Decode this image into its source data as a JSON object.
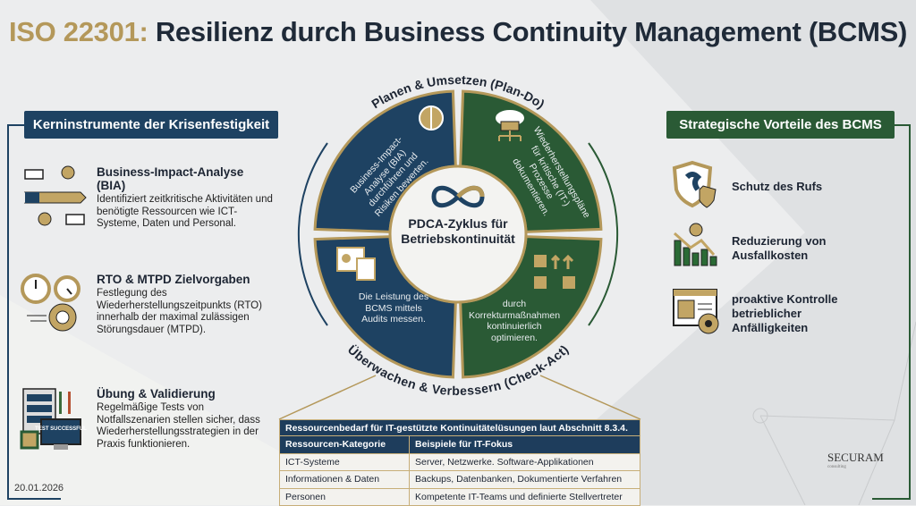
{
  "title": {
    "prefix": "ISO 22301:",
    "main": " Resilienz durch Business Continuity Management (BCMS)"
  },
  "colors": {
    "navy": "#1e4262",
    "green": "#2a5a35",
    "gold": "#b4985a"
  },
  "left": {
    "heading": "Kerninstrumente der Krisenfestigkeit",
    "items": [
      {
        "icon": "process-timeline-icon",
        "title": "Business-Impact-Analyse (BIA)",
        "text": "Identifiziert zeitkritische Aktivitäten und benötigte Ressourcen wie ICT-Systeme, Daten und Personal."
      },
      {
        "icon": "clock-target-icon",
        "title": "RTO & MTPD Zielvorgaben",
        "text": "Festlegung des Wiederherstellungszeitpunkts (RTO) innerhalb der maximal zulässigen Störungsdauer (MTPD)."
      },
      {
        "icon": "server-test-icon",
        "title": "Übung & Validierung",
        "text": "Regelmäßige Tests von Notfallszenarien stellen sicher, dass Wiederherstellungsstrategien in der Praxis funktionieren.",
        "badge": "TEST SUCCESSFUL"
      }
    ],
    "date": "20.01.2026"
  },
  "right": {
    "heading": "Strategische Vorteile des BCMS",
    "items": [
      {
        "icon": "shield-check-icon",
        "label": "Schutz des Rufs"
      },
      {
        "icon": "cost-decline-chart-icon",
        "label": "Reduzierung von Ausfallkosten"
      },
      {
        "icon": "monitor-eye-icon",
        "label": "proaktive Kontrolle betrieblicher Anfälligkeiten"
      }
    ]
  },
  "cycle": {
    "top_label": "Planen & Umsetzen (Plan-Do)",
    "bottom_label": "Überwachen & Verbessern (Check-Act)",
    "center": "PDCA-Zyklus für Betriebskontinuität",
    "segments": [
      {
        "icon": "brain-network-icon",
        "text": "Business-Impact-Analyse (BIA) durchführen und Risiken bewerten."
      },
      {
        "icon": "cloud-server-icon",
        "text": "Wiederherstellungspläne für kritische (IT-) Prozesse dokumentieren."
      },
      {
        "icon": "report-checklist-icon",
        "text": "Die Leistung des BCMS mittels Audits messen."
      },
      {
        "icon": "server-upgrade-icon",
        "text": "durch Korrekturmaßnahmen kontinuierlich optimieren."
      }
    ]
  },
  "table": {
    "title": "Ressourcenbedarf für IT-gestützte Kontinuitätelüsungen laut Abschnitt 8.3.4.",
    "headers": [
      "Ressourcen-Kategorie",
      "Beispiele für IT-Fokus"
    ],
    "rows": [
      [
        "ICT-Systeme",
        "Server, Netzwerke. Software-Applikationen"
      ],
      [
        "Informationen & Daten",
        "Backups, Datenbanken, Dokumentierte Verfahren"
      ],
      [
        "Personen",
        "Kompetente IT-Teams und definierte Stellvertreter"
      ]
    ]
  },
  "logo": {
    "name": "SECURAM",
    "sub": "consulting"
  }
}
